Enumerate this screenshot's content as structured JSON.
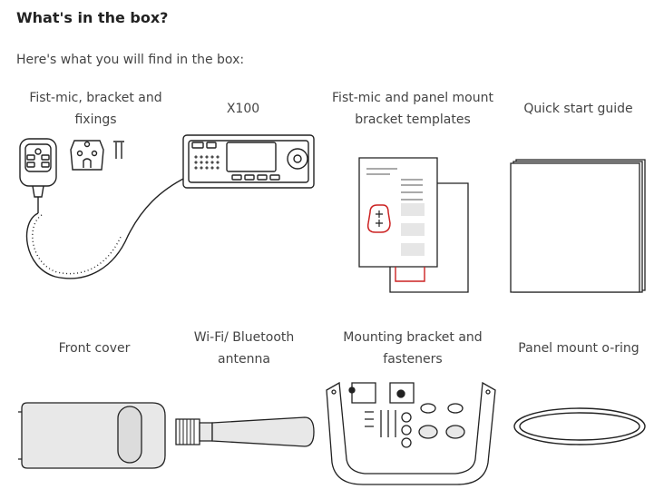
{
  "heading": "What's in the box?",
  "intro": "Here's what you will find in the box:",
  "items": [
    {
      "label_lines": [
        "Fist-mic, bracket and",
        "fixings"
      ],
      "icon": "fist-mic-bracket-fixings"
    },
    {
      "label_lines": [
        "X100"
      ],
      "icon": "radio-unit"
    },
    {
      "label_lines": [
        "Fist-mic and panel mount",
        "bracket templates"
      ],
      "icon": "templates"
    },
    {
      "label_lines": [
        "Quick start guide"
      ],
      "icon": "booklet"
    },
    {
      "label_lines": [
        "Front cover"
      ],
      "icon": "front-cover"
    },
    {
      "label_lines": [
        "Wi-Fi/ Bluetooth",
        "antenna"
      ],
      "icon": "antenna"
    },
    {
      "label_lines": [
        "Mounting bracket and",
        "fasteners"
      ],
      "icon": "mounting-bracket"
    },
    {
      "label_lines": [
        "Panel mount o-ring"
      ],
      "icon": "o-ring"
    }
  ]
}
